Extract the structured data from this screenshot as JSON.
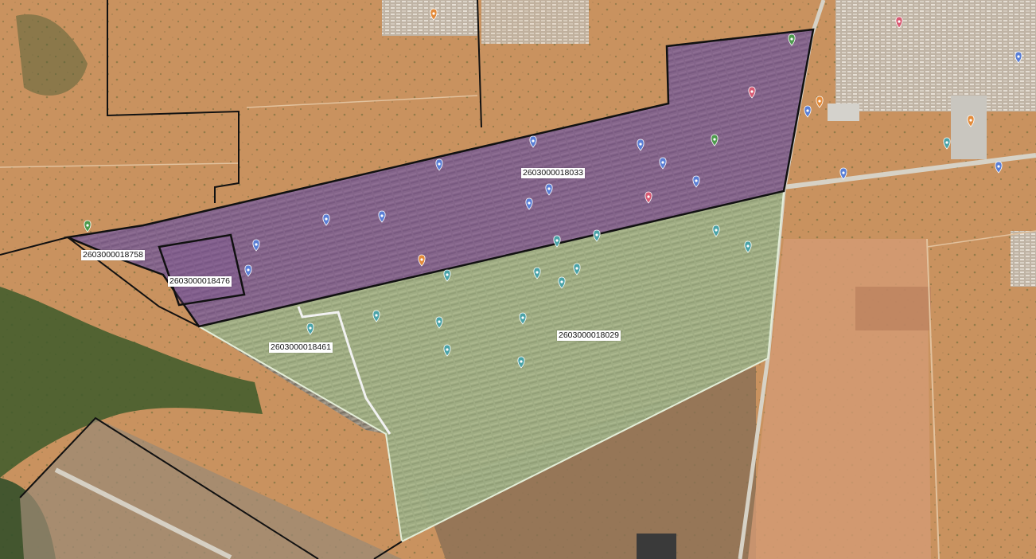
{
  "map": {
    "zones": [
      {
        "id": "2603000018033",
        "color": "#7b4e93"
      },
      {
        "id": "2603000018029",
        "color": "#a9c988"
      },
      {
        "id": "2603000018758",
        "color": "#7b4e93"
      },
      {
        "id": "2603000018476",
        "color": "#7b4e93"
      },
      {
        "id": "2603000018461",
        "color": "#a9c988"
      }
    ],
    "labels": {
      "z18033": "2603000018033",
      "z18029": "2603000018029",
      "z18758": "2603000018758",
      "z18476": "2603000018476",
      "z18461": "2603000018461"
    },
    "boundary_color": "#111111",
    "highway_color": "#d7d2c6",
    "ground_color": "#c9925f",
    "vegetation_color": "#3d5a2a",
    "pin_colors": {
      "blue": "#5a7fd6",
      "orange": "#e38b3a",
      "green": "#4d9a4d",
      "teal": "#4aa3a8",
      "pink": "#d85b74"
    },
    "icons": {
      "place_pin": "map-pin-icon",
      "airport": "airport-icon"
    }
  }
}
